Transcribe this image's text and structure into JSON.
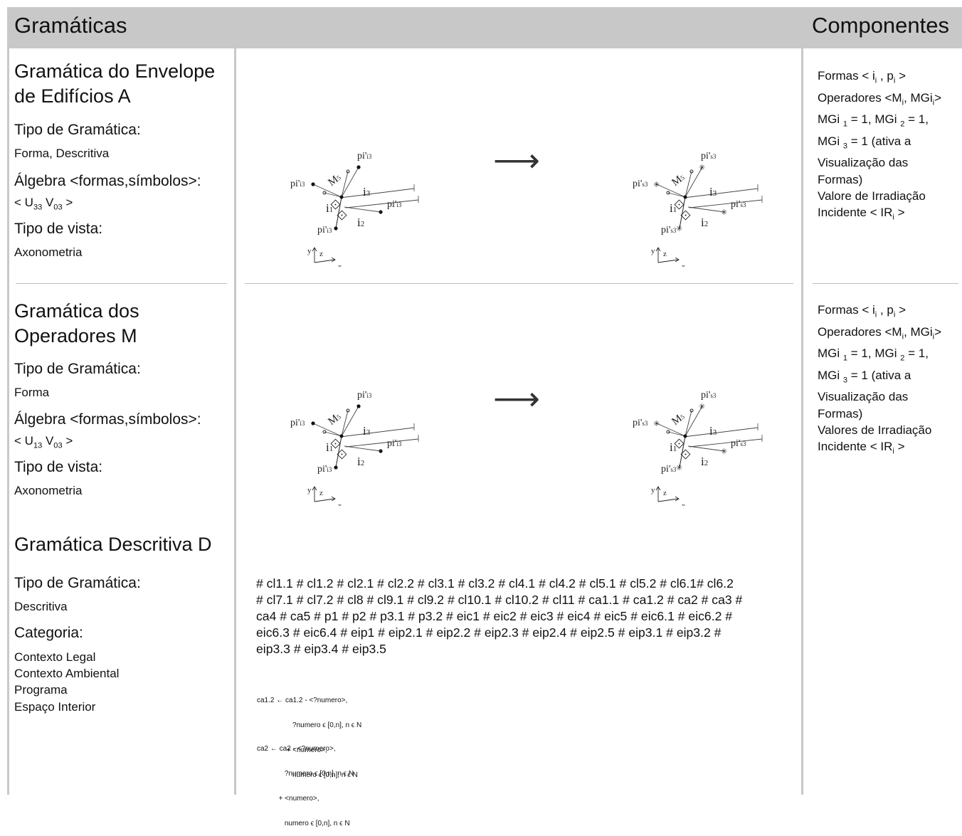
{
  "header": {
    "left_title": "Gramáticas",
    "right_title": "Componentes"
  },
  "sections": [
    {
      "title_line1": "Gramática do Envelope",
      "title_line2": "de Edifícios A",
      "tipo_label": "Tipo de Gramática:",
      "tipo_value": "Forma, Descritiva",
      "algebra_label": "Álgebra <formas,símbolos>:",
      "algebra_prefix": "< U",
      "algebra_sub1": "33",
      "algebra_mid": " V",
      "algebra_sub2": "03",
      "algebra_suffix": " >",
      "vista_label": "Tipo de vista:",
      "vista_value": "Axonometria"
    },
    {
      "title_line1": "Gramática dos",
      "title_line2": "Operadores M",
      "tipo_label": "Tipo de Gramática:",
      "tipo_value": "Forma",
      "algebra_label": "Álgebra <formas,símbolos>:",
      "algebra_prefix": "< U",
      "algebra_sub1": "13",
      "algebra_mid": " V",
      "algebra_sub2": "03",
      "algebra_suffix": " >",
      "vista_label": "Tipo de vista:",
      "vista_value": "Axonometria"
    },
    {
      "title_line1": "Gramática Descritiva D",
      "tipo_label": "Tipo de Gramática:",
      "tipo_value": "Descritiva",
      "categoria_label": "Categoria:",
      "categorias": [
        "Contexto Legal",
        "Contexto Ambiental",
        "Programa",
        "Espaço Interior"
      ]
    }
  ],
  "figure_labels": {
    "pi13": "pi'",
    "pi13_sub": "i3",
    "pis3_sub": "s3",
    "i1": "i",
    "i1_sub": "1",
    "i2": "i",
    "i2_sub": "2",
    "i3": "i",
    "i3_sub": "3",
    "m": "M",
    "m_sub": "5",
    "axis_x": "x",
    "axis_y": "y",
    "axis_z": "z",
    "arrow": "⟶"
  },
  "components": [
    {
      "formas": "Formas < i",
      "formas_s1": "i",
      "formas_mid": " , p",
      "formas_s2": "i",
      "formas_end": " >",
      "oper": "Operadores <M",
      "oper_s1": "i",
      "oper_mid": ", MGi",
      "oper_s2": "i",
      "oper_end": ">",
      "mgi_a": "MGi ",
      "mgi_a_s": "1",
      "mgi_b": " = 1, MGi ",
      "mgi_b_s": "2",
      "mgi_c": " = 1,",
      "mgi3_a": "MGi ",
      "mgi3_s": "3",
      "mgi3_b": " = 1 (ativa a",
      "vis": "Visualização das",
      "formas2": "Formas)",
      "valor": "Valore de Irradiação",
      "incid": "Incidente < IR",
      "incid_s": "i",
      "incid_end": " >"
    },
    {
      "formas": "Formas < i",
      "formas_s1": "i",
      "formas_mid": " , p",
      "formas_s2": "i",
      "formas_end": " >",
      "oper": "Operadores <M",
      "oper_s1": "i",
      "oper_mid": ", MGi",
      "oper_s2": "i",
      "oper_end": ">",
      "mgi_a": "MGi ",
      "mgi_a_s": "1",
      "mgi_b": " = 1, MGi ",
      "mgi_b_s": "2",
      "mgi_c": " = 1,",
      "mgi3_a": "MGi ",
      "mgi3_s": "3",
      "mgi3_b": " = 1 (ativa a",
      "vis": "Visualização das",
      "formas2": "Formas)",
      "valor": "Valores de Irradiação",
      "incid": "Incidente < IR",
      "incid_s": "i",
      "incid_end": " >"
    }
  ],
  "hash_lines": [
    "# cl1.1 # cl1.2 # cl2.1 # cl2.2 # cl3.1 # cl3.2 # cl4.1 # cl4.2 # cl5.1 # cl5.2 # cl6.1# cl6.2",
    "# cl7.1 # cl7.2 # cl8 # cl9.1 # cl9.2 # cl10.1 # cl10.2 # cl11 # ca1.1 # ca1.2 # ca2 # ca3 #",
    "ca4 # ca5 # p1 # p2 # p3.1 # p3.2 # eic1 # eic2 # eic3 # eic4 # eic5 # eic6.1 # eic6.2 #",
    "eic6.3 # eic6.4 # eip1 # eip2.1 # eip2.2 # eip2.3 # eip2.4 # eip2.5 # eip3.1 # eip3.2 #",
    "eip3.3 # eip3.4 # eip3.5"
  ],
  "rules": [
    [
      "ca1.2 ← ca1.2 - <?numero>,",
      "                  ?numero ϵ [0,n], n ϵ N",
      "               + <numero>,",
      "                  numero ϵ [0,n], n ϵ N"
    ],
    [
      "ca2 ← ca2 - <?numero>,",
      "              ?numero ϵ [0,n], n ϵ N",
      "           + <numero>,",
      "              numero ϵ [0,n], n ϵ N"
    ]
  ]
}
